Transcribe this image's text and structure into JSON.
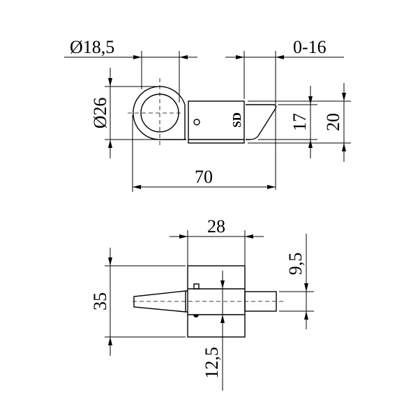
{
  "top_view": {
    "dims": {
      "hole_diameter": "Ø18,5",
      "stroke": "0-16",
      "ring_diameter": "Ø26",
      "bolt_height": "17",
      "body_height": "20",
      "overall_length": "70"
    },
    "logo": "SD"
  },
  "side_view": {
    "dims": {
      "body_width": "28",
      "body_height": "35",
      "pin_diameter": "9,5",
      "slot_height": "12,5"
    }
  }
}
